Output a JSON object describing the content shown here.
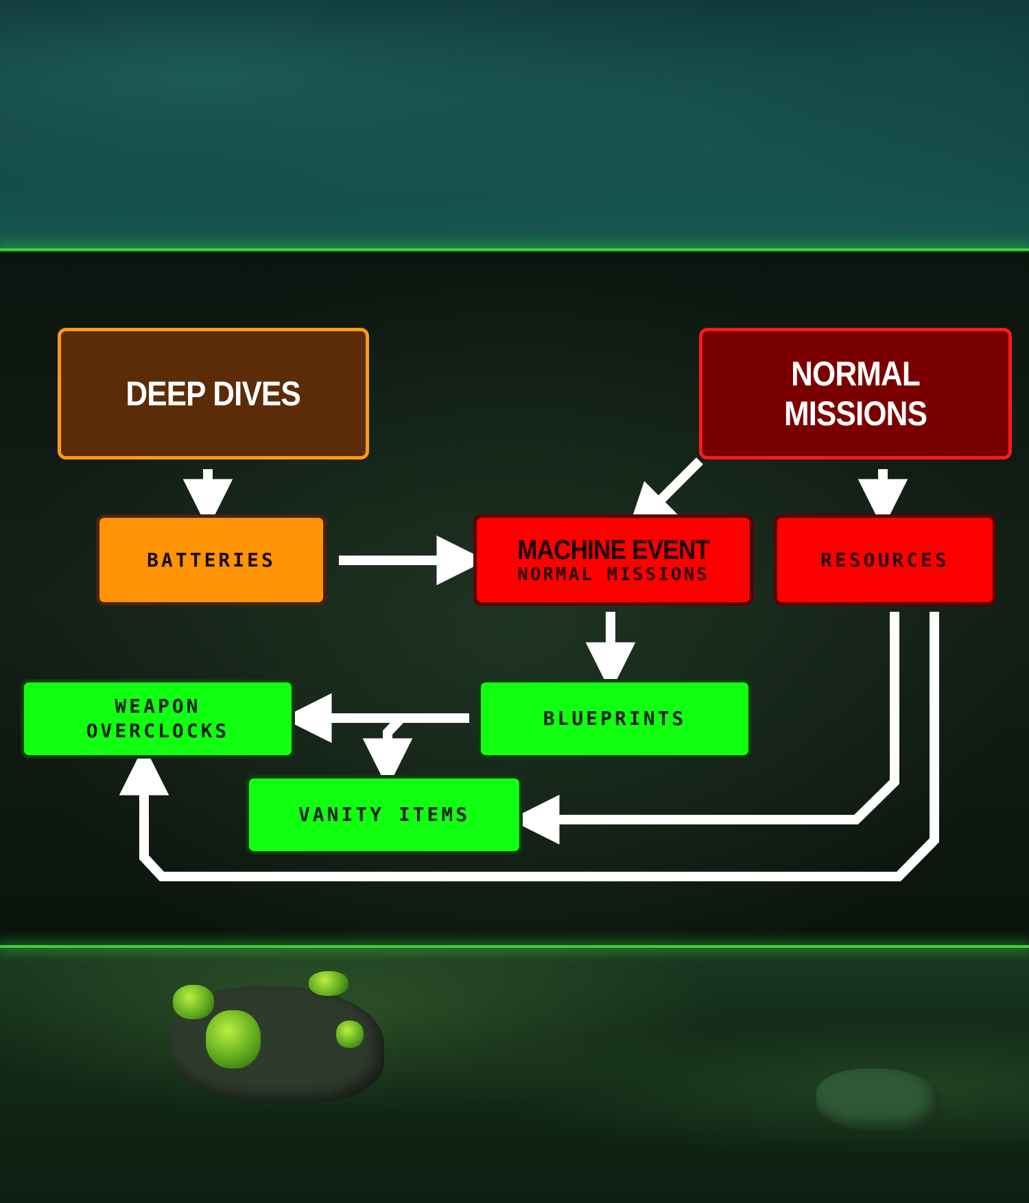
{
  "nodes": {
    "deep_dives": {
      "label": "DEEP DIVES",
      "fill": "#5c2c08",
      "border": "#ff9a12"
    },
    "normal_missions": {
      "label": "NORMAL MISSIONS",
      "fill": "#7a0000",
      "border": "#ff1a1a"
    },
    "batteries": {
      "label": "BATTERIES",
      "fill": "#ff9306"
    },
    "machine_event": {
      "title": "MACHINE EVENT",
      "subtitle": "NORMAL MISSIONS",
      "fill": "#ff0000"
    },
    "resources": {
      "label": "RESOURCES",
      "fill": "#ff0000"
    },
    "blueprints": {
      "label": "BLUEPRINTS",
      "fill": "#11ff11"
    },
    "weapon_overclocks": {
      "line1": "WEAPON",
      "line2": "OVERCLOCKS",
      "fill": "#11ff11"
    },
    "vanity_items": {
      "label": "VANITY ITEMS",
      "fill": "#11ff11"
    }
  },
  "edges": [
    {
      "from": "deep_dives",
      "to": "batteries"
    },
    {
      "from": "normal_missions",
      "to": "machine_event"
    },
    {
      "from": "normal_missions",
      "to": "resources"
    },
    {
      "from": "batteries",
      "to": "machine_event"
    },
    {
      "from": "machine_event",
      "to": "blueprints"
    },
    {
      "from": "blueprints",
      "to": "weapon_overclocks"
    },
    {
      "from": "blueprints",
      "to": "vanity_items"
    },
    {
      "from": "resources",
      "to": "vanity_items"
    },
    {
      "from": "resources",
      "to": "weapon_overclocks"
    }
  ],
  "colors": {
    "arrow": "#ffffff",
    "glow_line": "#3bd13b"
  }
}
